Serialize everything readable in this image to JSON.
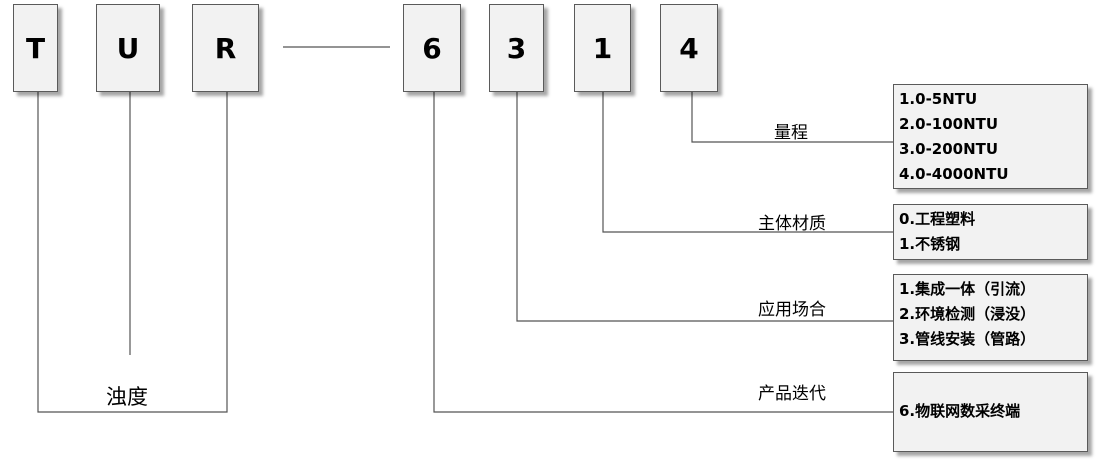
{
  "code_letters": [
    "T",
    "U",
    "R"
  ],
  "code_digits": [
    "6",
    "3",
    "1",
    "4"
  ],
  "turbidity_label": "浊度",
  "fields": [
    {
      "label": "量程",
      "options": [
        "1.0-5NTU",
        "2.0-100NTU",
        "3.0-200NTU",
        "4.0-4000NTU"
      ]
    },
    {
      "label": "主体材质",
      "options": [
        "0.工程塑料",
        "1.不锈钢"
      ]
    },
    {
      "label": "应用场合",
      "options": [
        "1.集成一体（引流）",
        "2.环境检测（浸没）",
        "3.管线安装（管路）"
      ]
    },
    {
      "label": "产品迭代",
      "options": [
        "6.物联网数采终端"
      ]
    }
  ]
}
